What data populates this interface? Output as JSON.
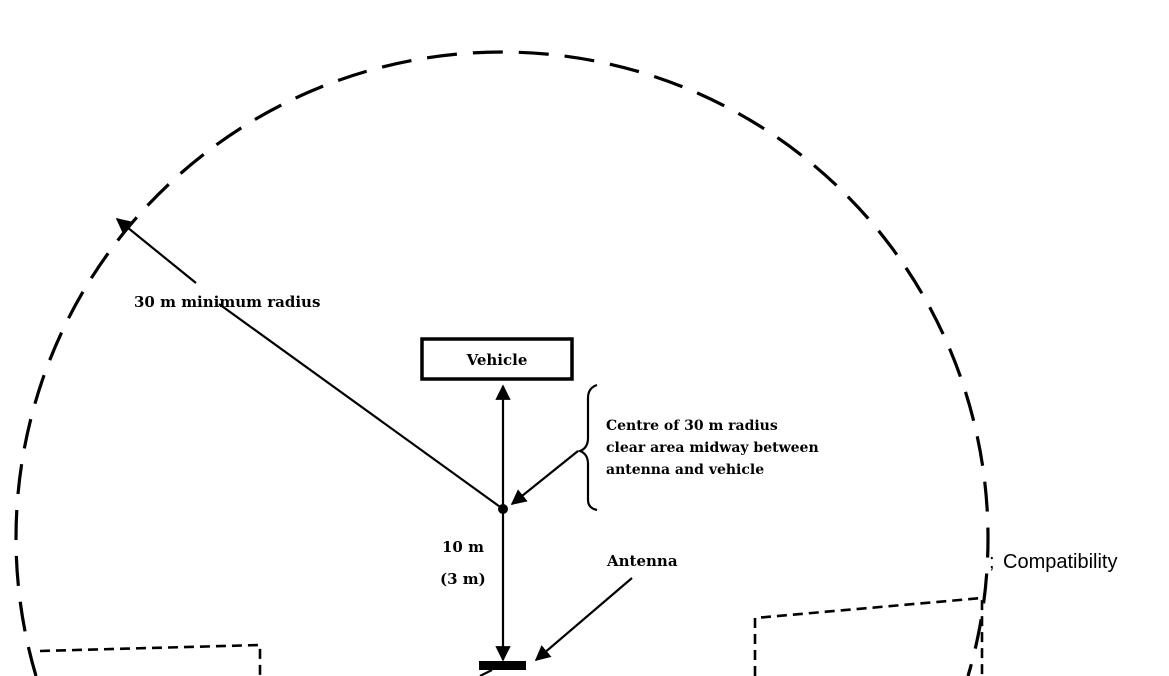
{
  "diagram": {
    "radius_label": "30 m minimum radius",
    "vehicle_label": "Vehicle",
    "centre_note_line1": "Centre of 30 m radius",
    "centre_note_line2": "clear area midway between",
    "centre_note_line3": "antenna and vehicle",
    "distance_label": "10 m",
    "distance_alt_label": "(3 m)",
    "antenna_label": "Antenna",
    "overlay_text": "Compatibility",
    "overlay_fragment": ";"
  },
  "colors": {
    "ink": "#000000",
    "background": "#ffffff"
  }
}
